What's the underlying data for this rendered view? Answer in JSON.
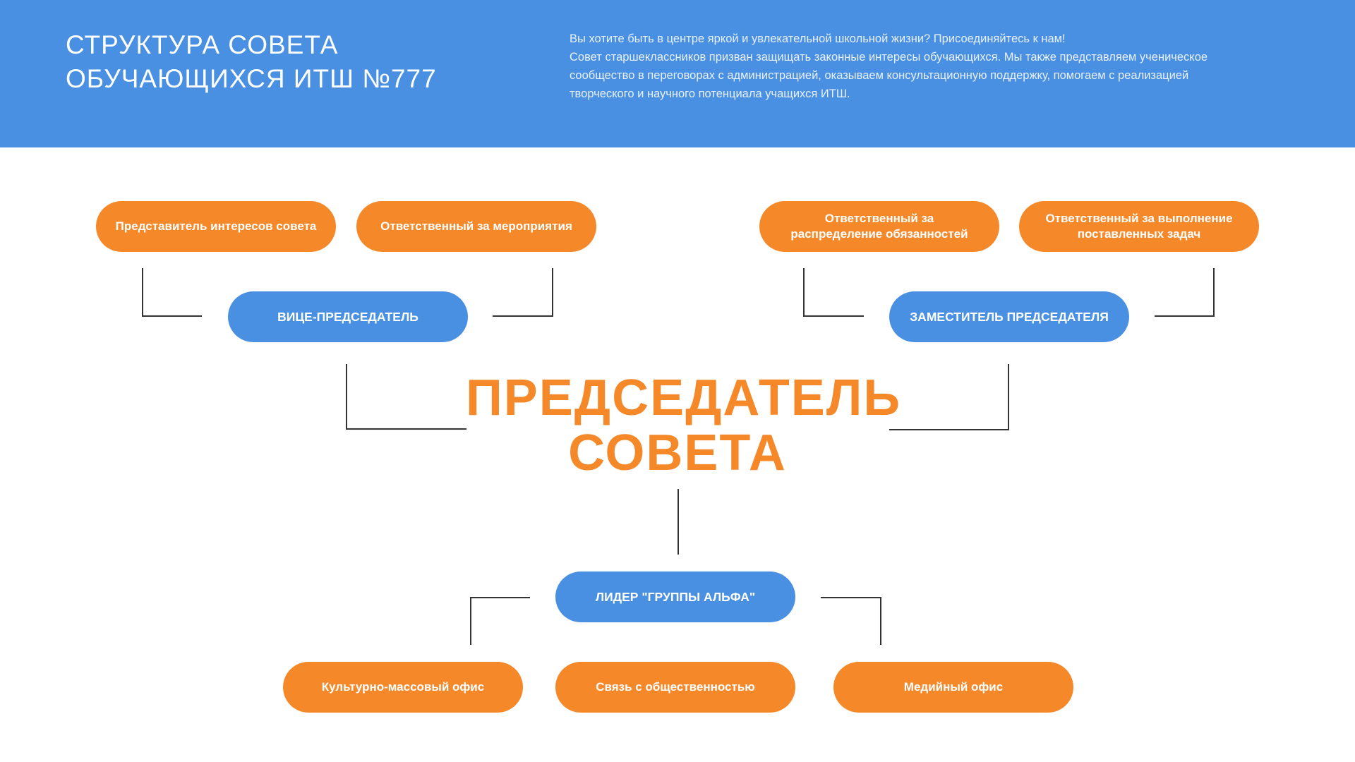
{
  "header": {
    "title_line1": "СТРУКТУРА СОВЕТА",
    "title_line2": "ОБУЧАЮЩИХСЯ ИТШ №777",
    "text_line1": "Вы хотите быть в центре яркой и увлекательной школьной жизни? Присоединяйтесь к нам!",
    "text_line2": "Совет старшеклассников призван защищать законные интересы обучающихся. Мы также представляем ученическое",
    "text_line3": "сообщество в переговорах с администрацией, оказываем консультационную поддержку, помогаем с реализацией",
    "text_line4": "творческого и научного потенциала учащихся ИТШ."
  },
  "diagram": {
    "top_left": {
      "representative": "Представитель интересов совета",
      "events": "Ответственный за мероприятия",
      "vice_chairman": "ВИЦЕ-ПРЕДСЕДАТЕЛЬ"
    },
    "top_right": {
      "duties_line1": "Ответственный за",
      "duties_line2": "распределение обязанностей",
      "tasks_line1": "Ответственный за выполнение",
      "tasks_line2": "поставленных задач",
      "deputy_chairman": "ЗАМЕСТИТЕЛЬ ПРЕДСЕДАТЕЛЯ"
    },
    "chairman_line1": "ПРЕДСЕДАТЕЛЬ",
    "chairman_line2": "СОВЕТА",
    "bottom": {
      "alpha_leader": "ЛИДЕР \"ГРУППЫ АЛЬФА\"",
      "cultural_office": "Культурно-массовый офис",
      "public_relations": "Связь с общественностью",
      "media_office": "Медийный офис"
    }
  },
  "colors": {
    "header_blue": "#4a90e2",
    "accent_orange": "#f5892a",
    "connector": "#333333",
    "background": "#ffffff"
  }
}
